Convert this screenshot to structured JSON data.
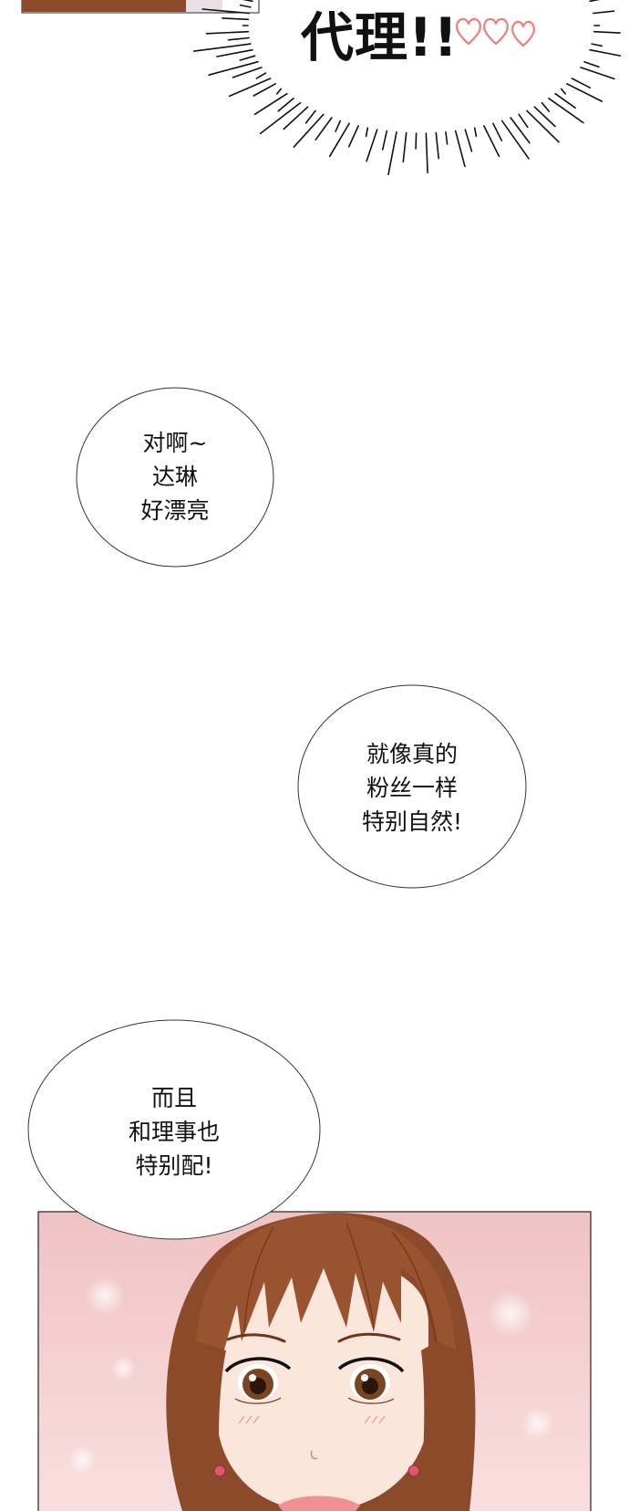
{
  "shout": {
    "text": "代理!!"
  },
  "bubbles": [
    {
      "lines": [
        "对啊~",
        "达琳",
        "好漂亮"
      ]
    },
    {
      "lines": [
        "就像真的",
        "粉丝一样",
        "特别自然!"
      ]
    },
    {
      "lines": [
        "而且",
        "和理事也",
        "特别配!"
      ]
    }
  ],
  "colors": {
    "background": "#ffffff",
    "heart": "#f07d7a",
    "hair": "#8b4a2a",
    "panel_bg": "#f4cfcf",
    "skin": "#fbe6dc"
  }
}
